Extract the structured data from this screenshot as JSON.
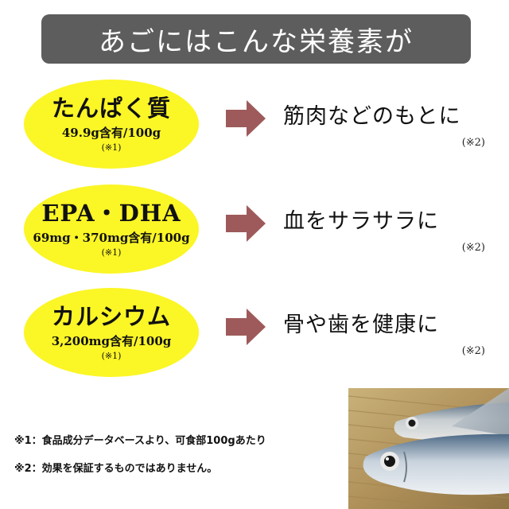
{
  "title": "あごにはこんな栄養素が",
  "items": [
    {
      "name": "たんぱく質",
      "amount": "49.9g含有/100g",
      "note": "(※1)",
      "effect": "筋肉などのもとに",
      "effect_note": "(※2)"
    },
    {
      "name": "EPA・DHA",
      "amount": "69mg・370mg含有/100g",
      "note": "(※1)",
      "effect": "血をサラサラに",
      "effect_note": "(※2)"
    },
    {
      "name": "カルシウム",
      "amount": "3,200mg含有/100g",
      "note": "(※1)",
      "effect": "骨や歯を健康に",
      "effect_note": "(※2)"
    }
  ],
  "footnotes": [
    "※1：食品成分データベースより、可食部100gあたり",
    "※2：効果を保証するものではありません。"
  ],
  "colors": {
    "title_bg": "#5d5d5d",
    "ellipse": "#fbf626",
    "arrow": "#9e5a5a"
  }
}
